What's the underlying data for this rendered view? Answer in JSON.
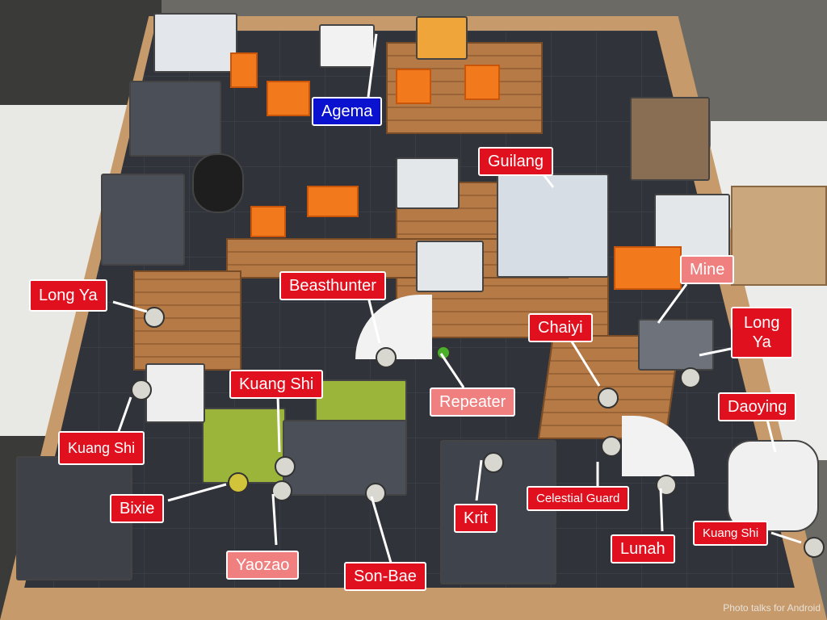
{
  "photo": {
    "watermark": "Photo talks for Android"
  },
  "labels": [
    {
      "key": "agema",
      "text": "Agema",
      "style": "blue"
    },
    {
      "key": "guilang",
      "text": "Guilang",
      "style": "red"
    },
    {
      "key": "beasthunter",
      "text": "Beasthunter",
      "style": "red"
    },
    {
      "key": "mine",
      "text": "Mine",
      "style": "pink"
    },
    {
      "key": "long-ya-left",
      "text": "Long Ya",
      "style": "red"
    },
    {
      "key": "chaiyi",
      "text": "Chaiyi",
      "style": "red"
    },
    {
      "key": "long-ya-right",
      "text": "Long\nYa",
      "style": "red"
    },
    {
      "key": "kuang-shi-center",
      "text": "Kuang Shi",
      "style": "red"
    },
    {
      "key": "repeater",
      "text": "Repeater",
      "style": "pink"
    },
    {
      "key": "daoying",
      "text": "Daoying",
      "style": "red"
    },
    {
      "key": "kuang-shi-left",
      "text": "Kuang Shi",
      "style": "red"
    },
    {
      "key": "bixie",
      "text": "Bixie",
      "style": "red"
    },
    {
      "key": "krit",
      "text": "Krit",
      "style": "red"
    },
    {
      "key": "celestial-guard",
      "text": "Celestial Guard",
      "style": "red"
    },
    {
      "key": "yaozao",
      "text": "Yaozao",
      "style": "pink"
    },
    {
      "key": "son-bae",
      "text": "Son-Bae",
      "style": "red"
    },
    {
      "key": "lunah",
      "text": "Lunah",
      "style": "red"
    },
    {
      "key": "kuang-shi-right",
      "text": "Kuang Shi",
      "style": "red"
    }
  ],
  "colors": {
    "label_red": "#e0101e",
    "label_pink": "#f08080",
    "label_blue": "#0a12d0",
    "terrain_orange": "#f27a1c",
    "terrain_wood": "#b57a46",
    "mat": "#2f3137"
  }
}
